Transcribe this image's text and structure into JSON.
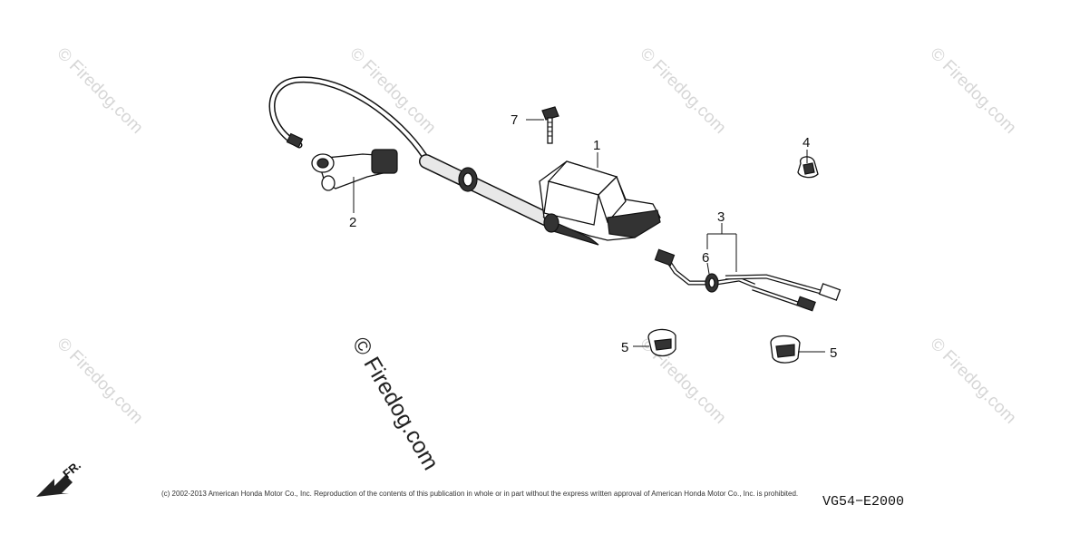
{
  "callouts": [
    "1",
    "2",
    "3",
    "4",
    "5",
    "5",
    "6",
    "7"
  ],
  "watermark": {
    "text": "© Firedog.com",
    "main": "© Firedog.com"
  },
  "front_label": "FR.",
  "copyright": "(c) 2002-2013 American Honda Motor Co., Inc. Reproduction of the contents of this publication in whole or in part without the express written approval of American Honda Motor Co., Inc. is prohibited.",
  "diagram_code": "VG54−E2000"
}
